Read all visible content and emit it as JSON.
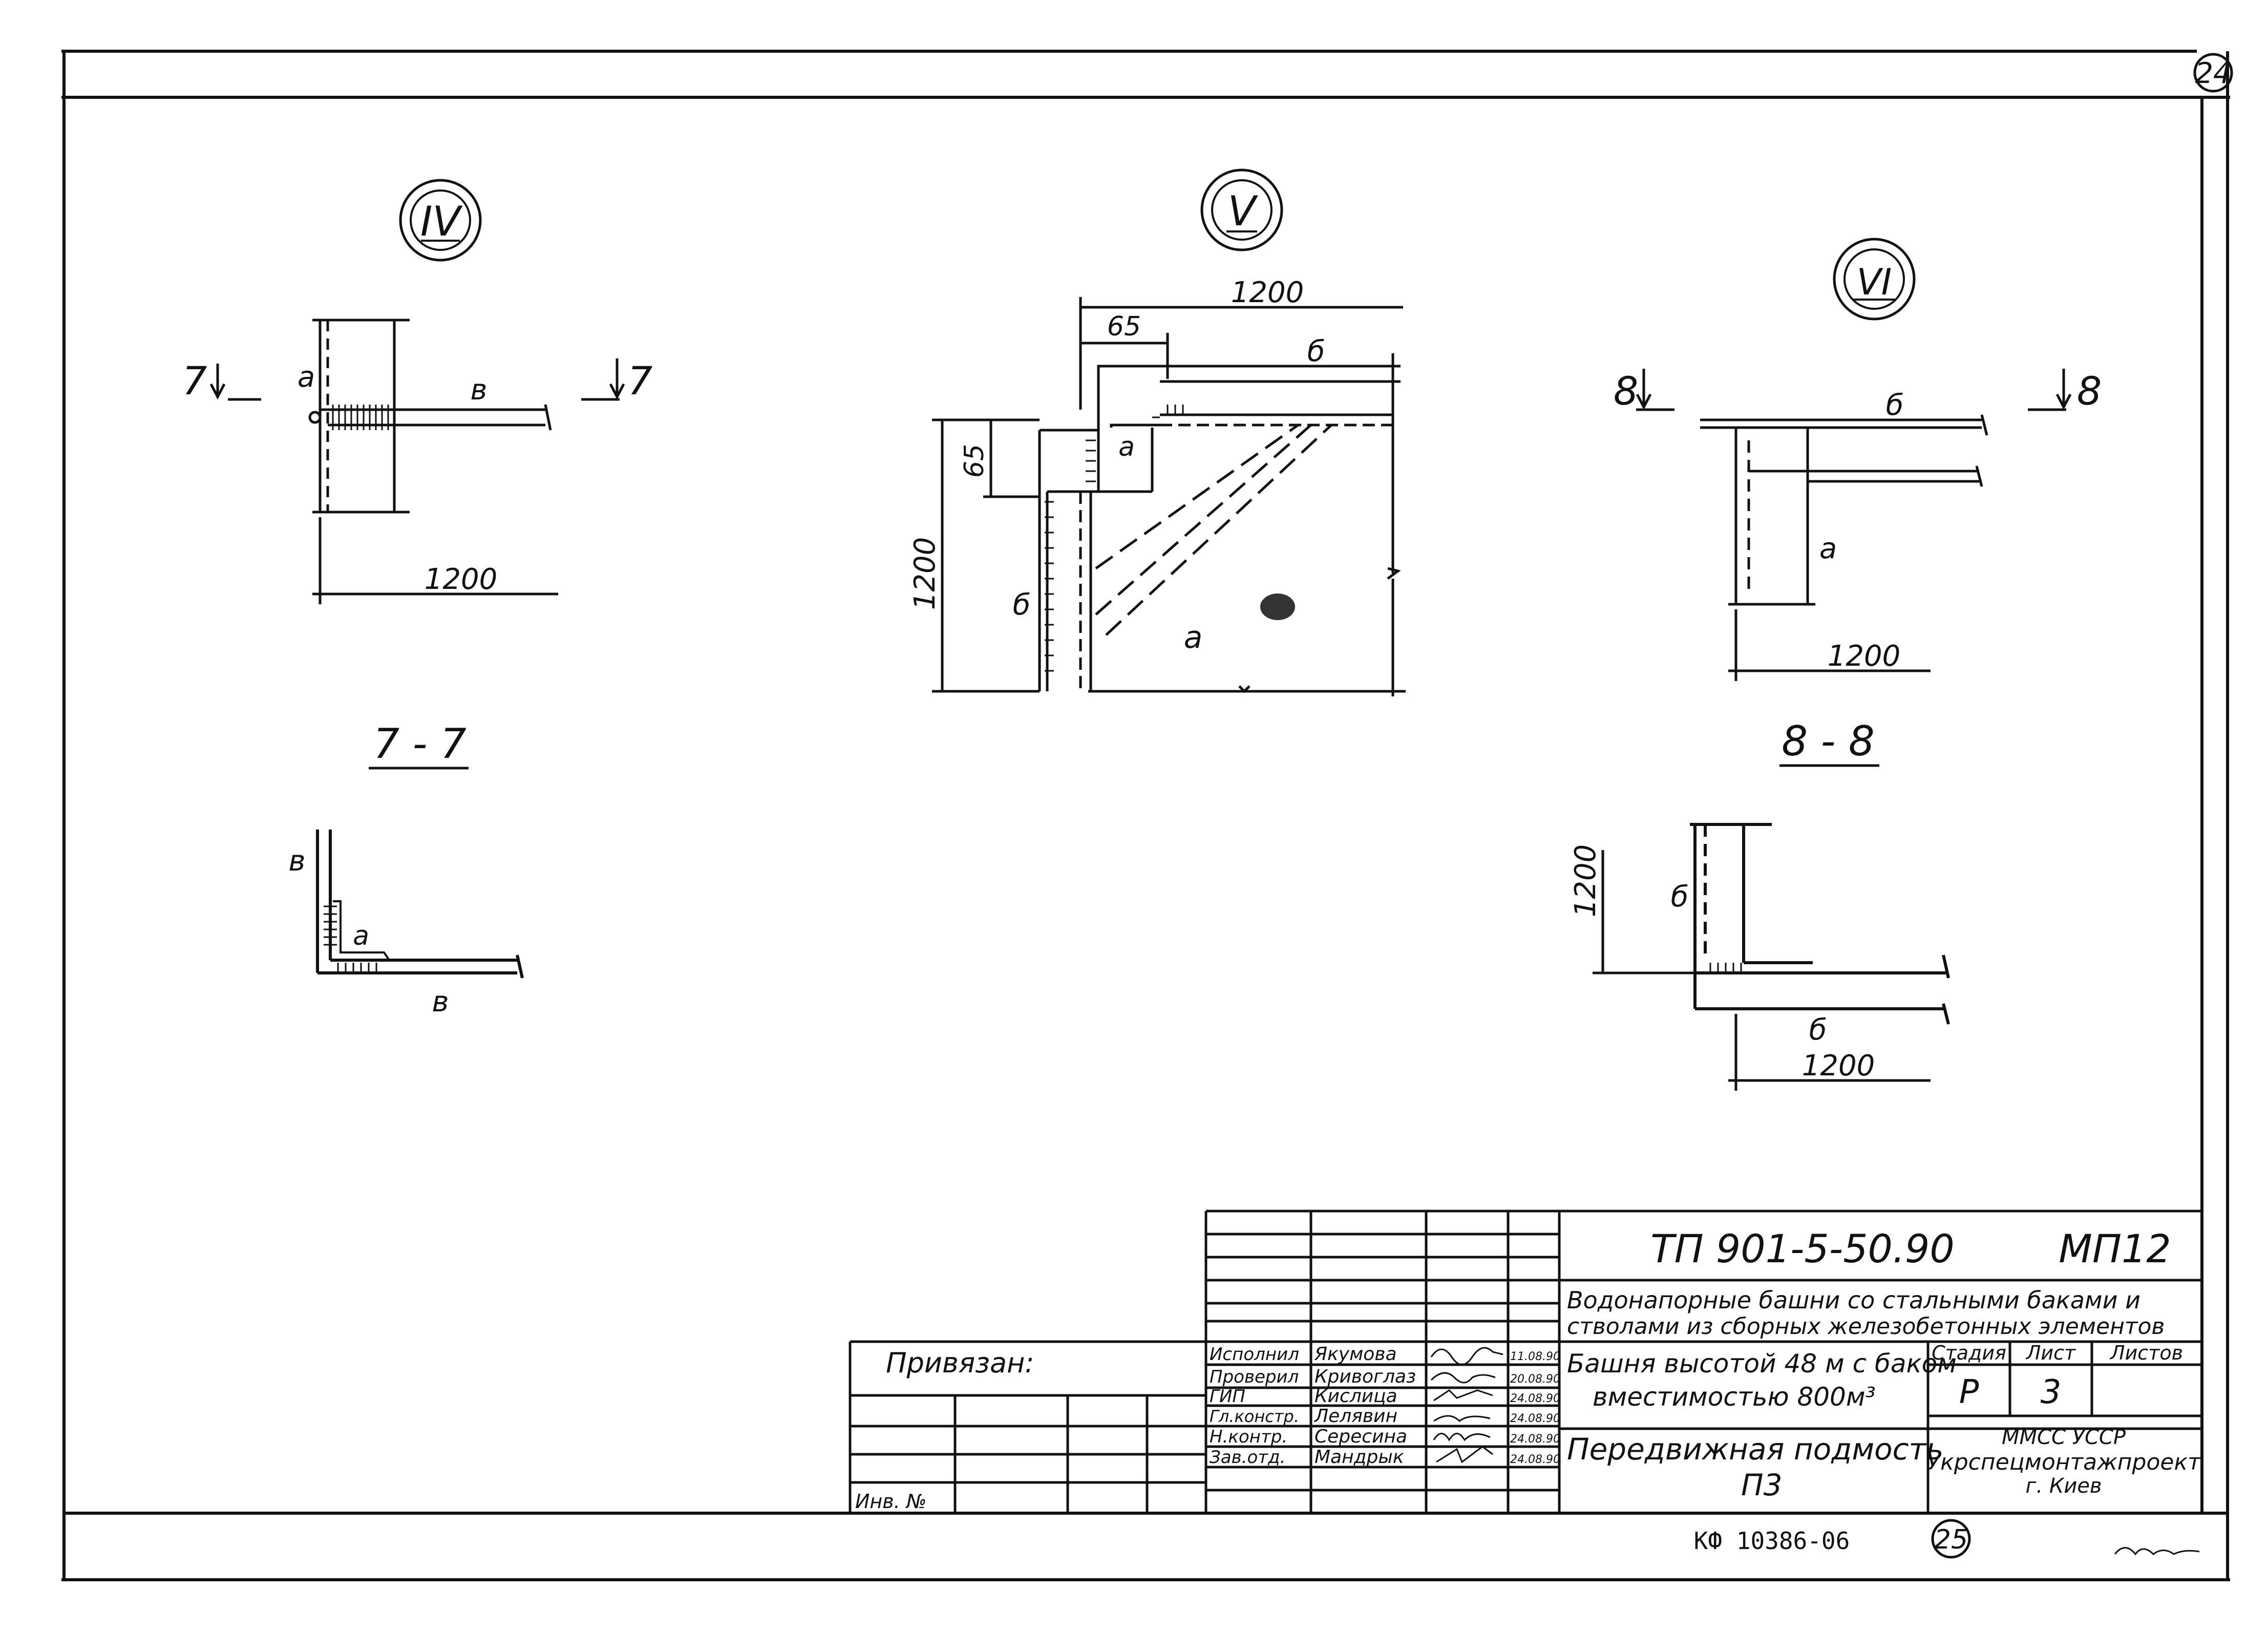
{
  "sheet": {
    "page_number": "24",
    "bottom_page_number": "25",
    "archive_code": "КФ 10386-06",
    "ink_color": "#111111",
    "paper_color": "#ffffff"
  },
  "details": {
    "iv": {
      "marker": "IV",
      "section_mark_left": "7",
      "section_mark_right": "7",
      "label_a": "а",
      "label_v": "в",
      "dimension": "1200"
    },
    "v": {
      "marker": "V",
      "dim_top": "1200",
      "dim_65_top": "65",
      "dim_65_side": "65",
      "dim_side": "1200",
      "label_b_top": "б",
      "label_a_small": "а",
      "label_b_side": "б",
      "label_a_field": "а"
    },
    "vi": {
      "marker": "VI",
      "section_mark_left": "8",
      "section_mark_right": "8",
      "label_b": "б",
      "label_a": "а",
      "dimension": "1200"
    }
  },
  "sections": {
    "s77": {
      "title": "7 - 7",
      "label_v_top": "в",
      "label_a": "а",
      "label_v_bottom": "в"
    },
    "s88": {
      "title": "8 - 8",
      "dim_side": "1200",
      "label_b_side": "б",
      "label_b_bottom": "б",
      "dim_bottom": "1200"
    }
  },
  "title_block": {
    "doc_code": "ТП 901-5-50.90",
    "sheet_code": "МП12",
    "project_name_line1": "Водонапорные башни со стальными баками и",
    "project_name_line2": "стволами из сборных железобетонных элементов",
    "object_line1": "Башня высотой 48 м с баком",
    "object_line2": "вместимостью 800м³",
    "drawing_title_line1": "Передвижная подмость",
    "drawing_title_line2": "П3",
    "stage_header": "Стадия",
    "sheet_header": "Лист",
    "sheets_header": "Листов",
    "stage": "Р",
    "sheet_no": "3",
    "org_line1": "ММСС УССР",
    "org_line2": "Укрспецмонтажпроект",
    "org_line3": "г. Киев",
    "privyazan": "Привязан:",
    "inv_no": "Инв. №",
    "signatures": [
      {
        "role": "Исполнил",
        "name": "Якумова",
        "date": "11.08.90"
      },
      {
        "role": "Проверил",
        "name": "Кривоглаз",
        "date": "20.08.90"
      },
      {
        "role": "ГИП",
        "name": "Кислица",
        "date": "24.08.90"
      },
      {
        "role": "Гл.констр.",
        "name": "Лелявин",
        "date": "24.08.90"
      },
      {
        "role": "Н.контр.",
        "name": "Сересина",
        "date": "24.08.90"
      },
      {
        "role": "Зав.отд.",
        "name": "Мандрык",
        "date": "24.08.90"
      }
    ]
  }
}
